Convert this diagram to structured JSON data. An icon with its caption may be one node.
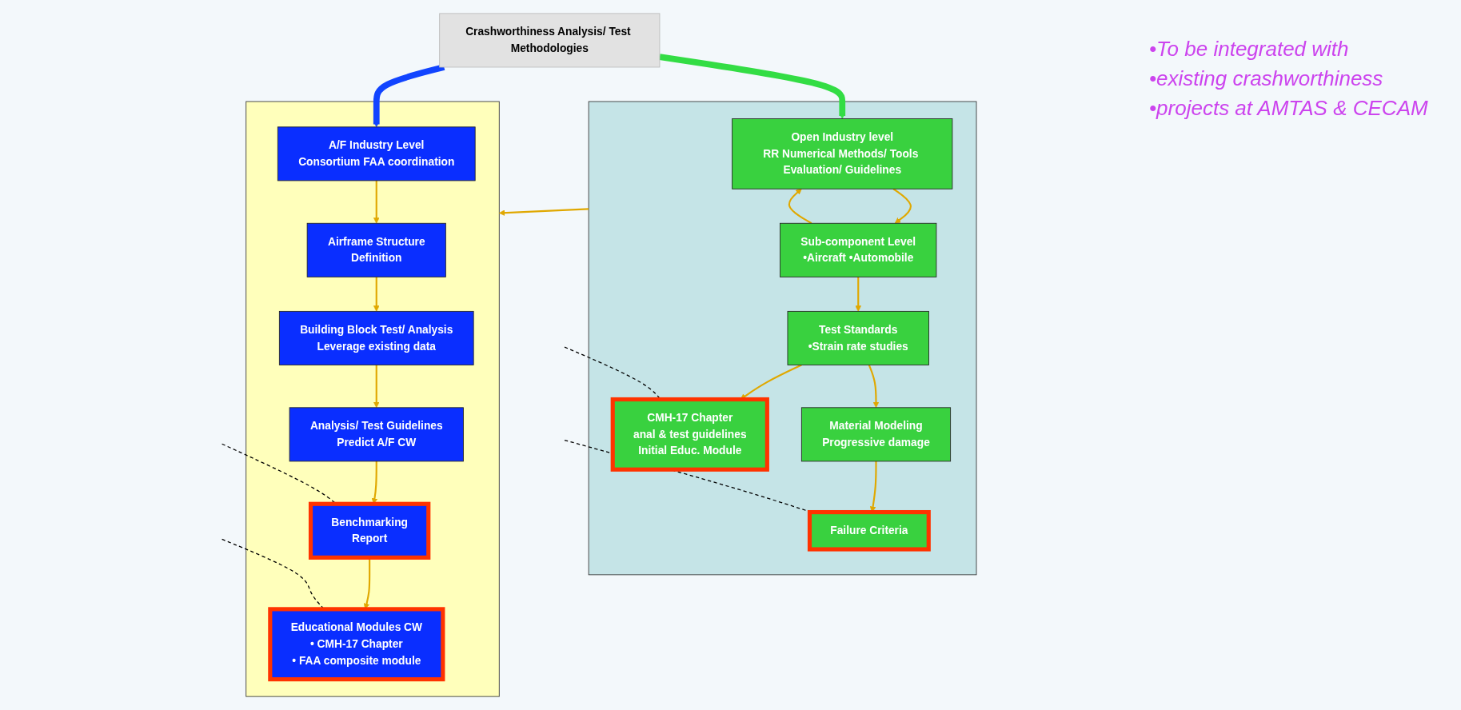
{
  "diagram": {
    "nodes": [
      {
        "text": [
          "Crashworthiness Analysis/ Test Methodologies"
        ]
      },
      {
        "text": [],
        "shape": "box"
      },
      {
        "text": [
          "Open Industry level",
          "RR Numerical Methods/ Tools Evaluation/ Guidelines"
        ],
        "in": 1
      },
      {
        "text": [
          "CMH-17 Chapter",
          "anal & test guidelines",
          "Initial Educ. Module"
        ],
        "in": 1
      },
      {
        "text": [
          "Failure Criteria"
        ],
        "in": 1
      },
      {
        "text": [
          "Sub-component Level",
          "•Aircraft •Automobile"
        ],
        "in": 1
      },
      {
        "text": [
          "Test Standards",
          "•Strain rate studies"
        ],
        "in": 1
      },
      {
        "text": [
          "Material Modeling",
          "Progressive damage"
        ],
        "in": 1
      },
      {
        "text": [],
        "shape": "box"
      },
      {
        "text": [
          "Airframe Structure",
          "Definition"
        ],
        "in": 8
      },
      {
        "text": [
          "A/F Industry Level",
          "Consortium FAA coordination"
        ],
        "in": 8
      },
      {
        "text": [
          "Building Block Test/ Analysis",
          "Leverage existing data"
        ],
        "in": 8
      },
      {
        "text": [
          "Analysis/ Test Guidelines",
          "Predict A/F CW"
        ],
        "in": 8
      },
      {
        "text": [
          "Benchmarking",
          "Report"
        ],
        "in": 8
      },
      {
        "text": [
          "Educational Modules CW",
          "• CMH-17 Chapter",
          "• FAA composite module"
        ],
        "in": 8
      }
    ],
    "edges": [
      {
        "from": 0,
        "to": 2,
        "arrow": "to",
        "style": "thick",
        "color": "#33dd44"
      },
      {
        "from": 0,
        "to": 10,
        "arrow": "to",
        "style": "thick",
        "color": "#1144ff"
      },
      {
        "from": 5,
        "to": 2,
        "arrow": "to"
      },
      {
        "from": 2,
        "to": 5,
        "arrow": "to"
      },
      {
        "from": 5,
        "to": 6,
        "arrow": "to"
      },
      {
        "from": 6,
        "to": 7,
        "arrow": "to"
      },
      {
        "from": 6,
        "to": 3,
        "arrow": "to"
      },
      {
        "from": 7,
        "to": 4,
        "arrow": "to"
      },
      {
        "from": 1,
        "to": 8,
        "arrow": "to"
      },
      {
        "from": 10,
        "to": 9,
        "arrow": "to"
      },
      {
        "from": 9,
        "to": 11,
        "arrow": "to"
      },
      {
        "from": 11,
        "to": 12,
        "arrow": "to"
      },
      {
        "from": 12,
        "to": 13,
        "arrow": "to"
      },
      {
        "from": 13,
        "to": 14,
        "arrow": "to"
      },
      {
        "from": null,
        "to": 3,
        "arrow": "none",
        "style": "dashed",
        "color": "#000000"
      },
      {
        "from": null,
        "to": 4,
        "arrow": "none",
        "style": "dashed",
        "color": "#000000"
      },
      {
        "from": null,
        "to": 13,
        "arrow": "none",
        "style": "dashed",
        "color": "#000000"
      },
      {
        "from": null,
        "to": 14,
        "arrow": "none",
        "style": "dashed",
        "color": "#000000"
      }
    ],
    "labels": [
      "•To be integrated with",
      "•existing crashworthiness",
      "•projects at AMTAS & CECAM"
    ]
  }
}
